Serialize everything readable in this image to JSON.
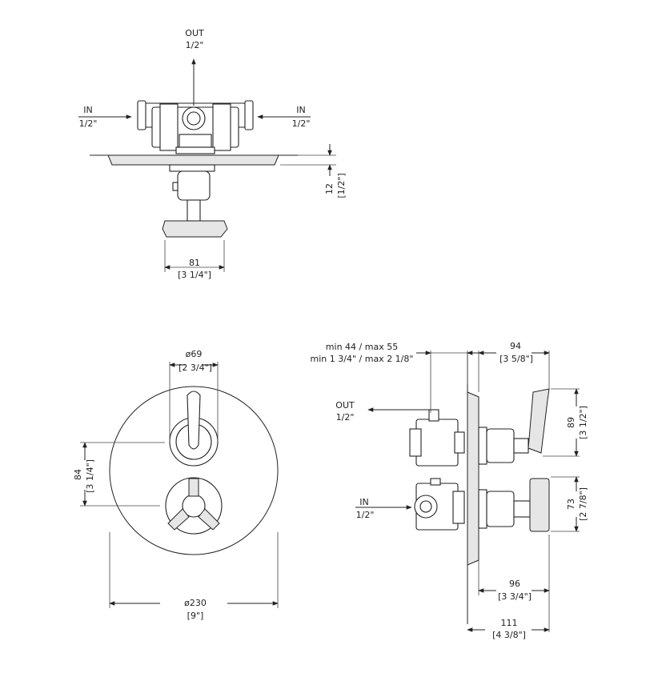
{
  "labels": {
    "top_out": "OUT",
    "top_out_size": "1/2\"",
    "top_in_left": "IN",
    "top_in_left_size": "1/2\"",
    "top_in_right": "IN",
    "top_in_right_size": "1/2\"",
    "top_depth_mm": "12",
    "top_depth_in": "[1/2\"]",
    "top_width_mm": "81",
    "top_width_in": "[3 1/4\"]",
    "front_dia_mm": "ø69",
    "front_dia_in": "[2 3/4\"]",
    "front_spacing_mm": "84",
    "front_spacing_in": "[3 1/4\"]",
    "front_plate_mm": "ø230",
    "front_plate_in": "[9\"]",
    "side_depth_mm": "min 44  / max 55",
    "side_depth_in": "min 1 3/4\" / max 2 1/8\"",
    "side_out": "OUT",
    "side_out_size": "1/2\"",
    "side_in": "IN",
    "side_in_size": "1/2\"",
    "side_94_mm": "94",
    "side_94_in": "[3 5/8\"]",
    "side_89_mm": "89",
    "side_89_in": "[3 1/2\"]",
    "side_73_mm": "73",
    "side_73_in": "[2 7/8\"]",
    "side_96_mm": "96",
    "side_96_in": "[3 3/4\"]",
    "side_111_mm": "111",
    "side_111_in": "[4 3/8\"]"
  }
}
